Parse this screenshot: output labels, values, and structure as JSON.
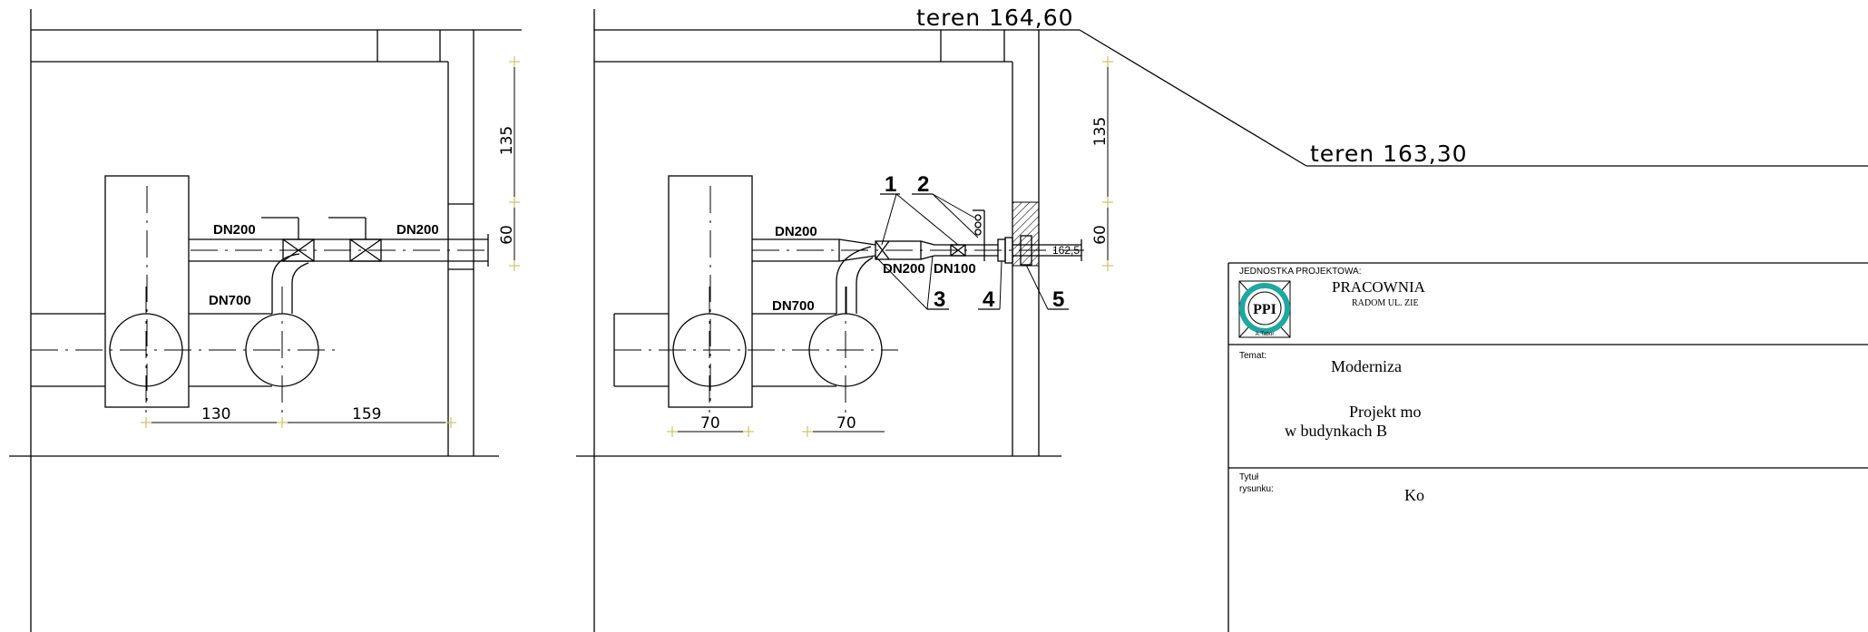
{
  "labels": {
    "dn200": "DN200",
    "dn700": "DN700",
    "dn100": "DN100",
    "dim_130": "130",
    "dim_159": "159",
    "dim_135": "135",
    "dim_60": "60",
    "dim_70": "70",
    "dim_162_5": "162,5",
    "teren_top": "teren   164,60",
    "teren_mid": "teren   163,30"
  },
  "callouts": [
    "1",
    "2",
    "3",
    "4",
    "5"
  ],
  "title_block": {
    "unit_label": "JEDNOSTKA  PROJEKTOWA:",
    "company": "PRACOWNIA",
    "address": "RADOM UL. ZIE",
    "logo_text": "PPI",
    "logo_sub": "A.Tabor",
    "temat_label": "Temat:",
    "temat_line1": "Moderniza",
    "temat_line2": "Projekt mo",
    "temat_line3": "w budynkach B",
    "tytul_label": "Tytuł",
    "rysunku_label": "rysunku:",
    "tytul_value": "Ko"
  },
  "colors": {
    "logo_ring": "#1fa7a0",
    "hatch": "#000000",
    "dim_tick": "#c9c46a"
  }
}
